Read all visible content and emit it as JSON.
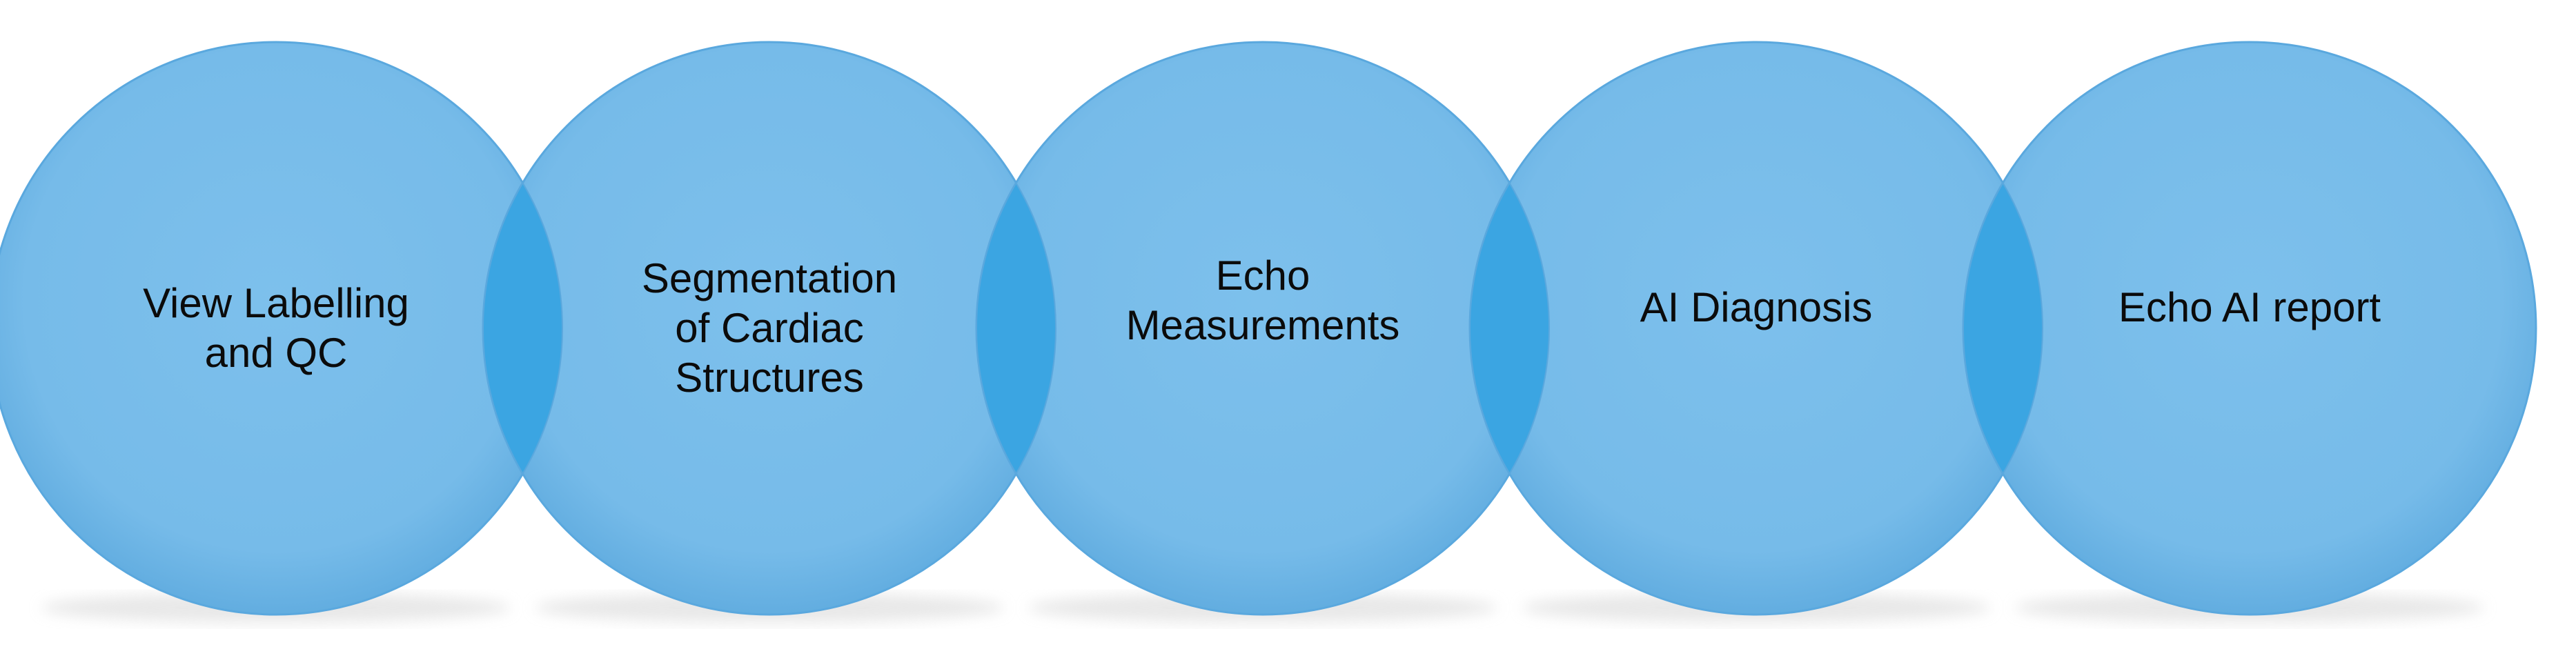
{
  "diagram": {
    "colors": {
      "circle_fill": "#79bdea",
      "circle_edge": "#5aa8de",
      "overlap_fill": "#3ba5e2",
      "text": "#0b0b0b",
      "shadow": "#d9d9d9"
    },
    "steps": [
      {
        "label_lines": [
          "View Labelling",
          "and QC"
        ]
      },
      {
        "label_lines": [
          "Segmentation",
          "of Cardiac",
          "Structures"
        ]
      },
      {
        "label_lines": [
          "Echo",
          "Measurements"
        ]
      },
      {
        "label_lines": [
          "AI Diagnosis"
        ]
      },
      {
        "label_lines": [
          "Echo AI report"
        ]
      }
    ]
  }
}
